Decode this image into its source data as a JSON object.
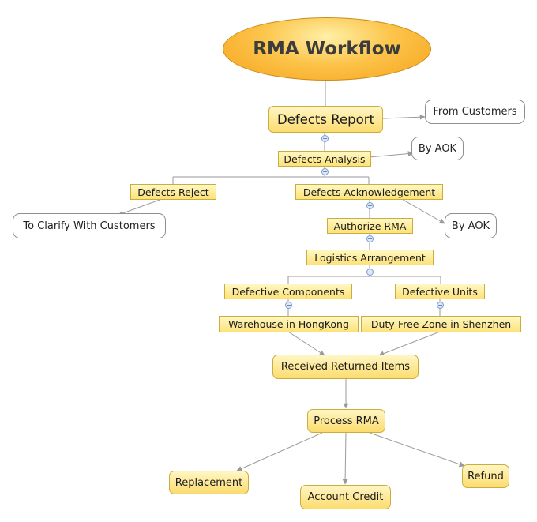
{
  "title": "RMA Workflow",
  "nodes": {
    "defects_report": "Defects Report",
    "defects_analysis": "Defects Analysis",
    "defects_reject": "Defects Reject",
    "defects_acknowledgement": "Defects Acknowledgement",
    "authorize_rma": "Authorize RMA",
    "logistics_arrangement": "Logistics Arrangement",
    "defective_components": "Defective Components",
    "defective_units": "Defective Units",
    "warehouse_hongkong": "Warehouse in HongKong",
    "duty_free_shenzhen": "Duty-Free Zone in Shenzhen",
    "received_returned_items": "Received Returned Items",
    "process_rma": "Process RMA",
    "replacement": "Replacement",
    "account_credit": "Account Credit",
    "refund": "Refund"
  },
  "callouts": {
    "from_customers": "From Customers",
    "by_aok_1": "By AOK",
    "to_clarify": "To Clarify With Customers",
    "by_aok_2": "By AOK"
  },
  "toggle_symbol": "−",
  "colors": {
    "line": "#9a9a9a",
    "node_fill": "#fde27a",
    "node_border": "#c9ae3f",
    "title_fill": "#f7a21c"
  }
}
